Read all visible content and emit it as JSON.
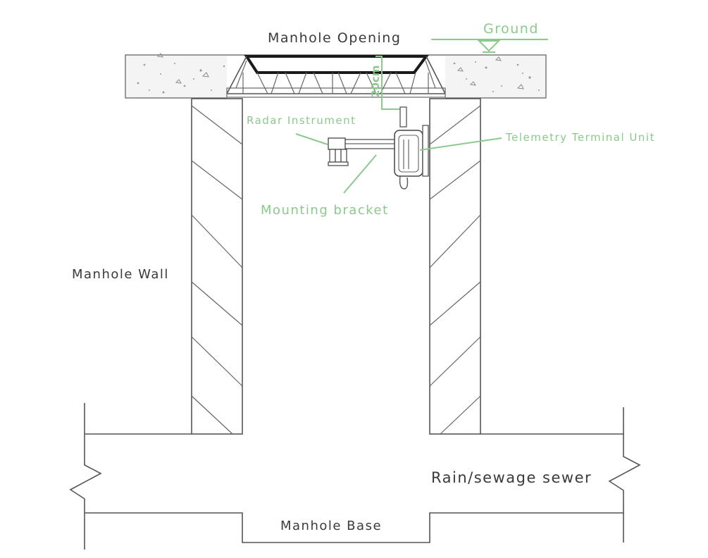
{
  "labels": {
    "manhole_opening": "Manhole Opening",
    "ground": "Ground",
    "depth_marker": "20cm",
    "radar_instrument": "Radar Instrument",
    "telemetry_terminal_unit": "Telemetry Terminal Unit",
    "mounting_bracket": "Mounting bracket",
    "manhole_wall": "Manhole Wall",
    "sewer": "Rain/sewage sewer",
    "manhole_base": "Manhole Base"
  },
  "colors": {
    "annotation": "#8cc98c",
    "structure": "#555555",
    "concrete_fill": "#f4f4f4",
    "cover_frame": "#1a1a1a"
  }
}
